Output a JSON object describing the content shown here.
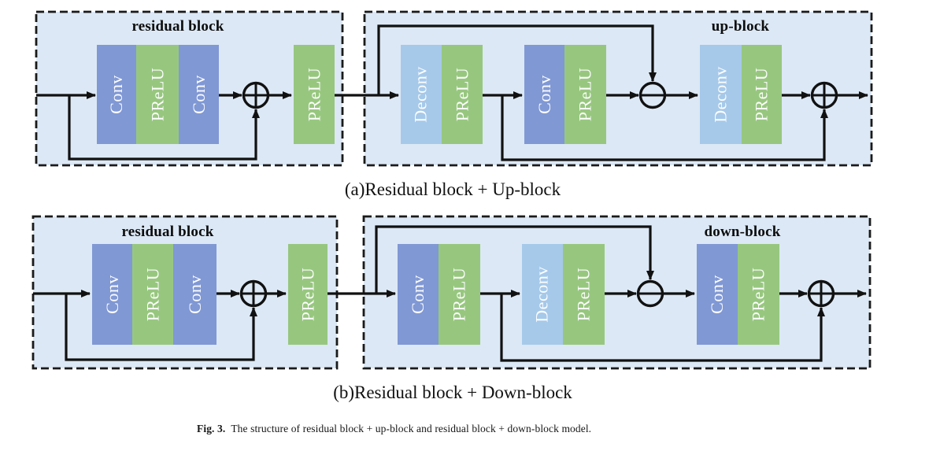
{
  "panels": {
    "a": {
      "residual": {
        "title": "residual block",
        "layers": [
          "Conv",
          "PReLU",
          "Conv"
        ],
        "post": "PReLU",
        "node": "add"
      },
      "up": {
        "title": "up-block",
        "stage1": [
          "Deconv",
          "PReLU"
        ],
        "stage2": [
          "Conv",
          "PReLU"
        ],
        "stage3": [
          "Deconv",
          "PReLU"
        ],
        "nodes": [
          "subtract",
          "add"
        ]
      },
      "caption": "(a)Residual block + Up-block"
    },
    "b": {
      "residual": {
        "title": "residual block",
        "layers": [
          "Conv",
          "PReLU",
          "Conv"
        ],
        "post": "PReLU",
        "node": "add"
      },
      "down": {
        "title": "down-block",
        "stage1": [
          "Conv",
          "PReLU"
        ],
        "stage2": [
          "Deconv",
          "PReLU"
        ],
        "stage3": [
          "Conv",
          "PReLU"
        ],
        "nodes": [
          "subtract",
          "add"
        ]
      },
      "caption": "(b)Residual block + Down-block"
    }
  },
  "caption": {
    "label": "Fig. 3.",
    "text": "The structure of residual block + up-block and residual block + down-block model."
  },
  "colors": {
    "conv": "#8098d4",
    "prelu": "#97c77f",
    "deconv": "#a6c9ea",
    "panel_background": "#dce8f5",
    "line": "#111111"
  }
}
